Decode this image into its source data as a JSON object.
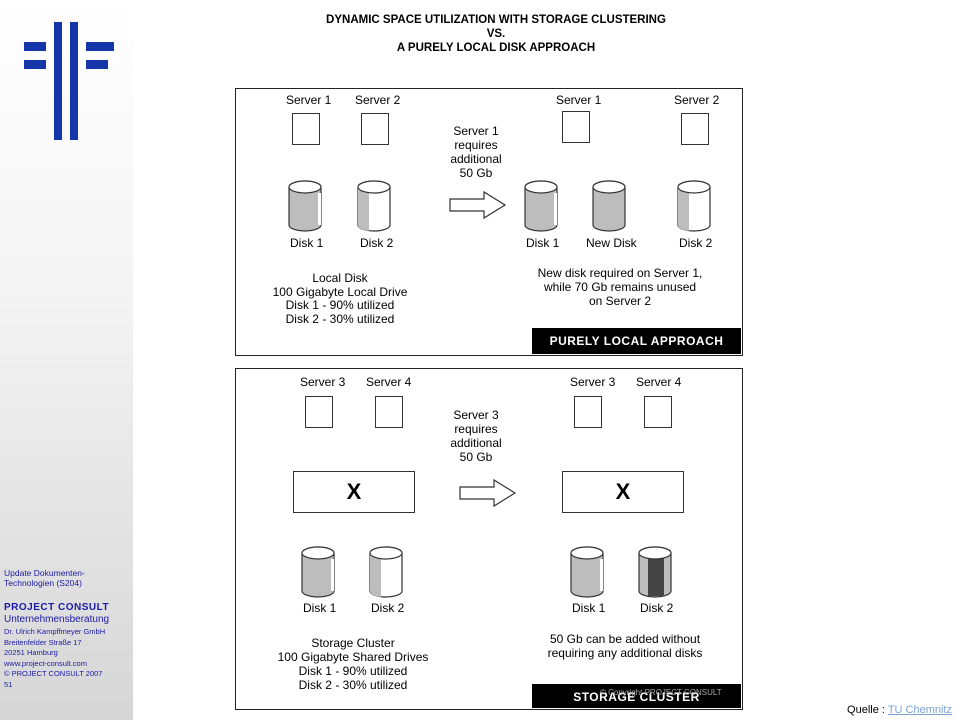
{
  "slide": {
    "title_line1": "DYNAMIC SPACE UTILIZATION WITH STORAGE CLUSTERING",
    "title_line2": "VS.",
    "title_line3": "A PURELY LOCAL DISK APPROACH"
  },
  "sidebar": {
    "course_line1": "Update Dokumenten-",
    "course_line2": "Technologien (S204)",
    "brand": "PROJECT  CONSULT",
    "subtitle": "Unternehmensberatung",
    "line1": "Dr. Ulrich Kampffmeyer  GmbH",
    "line2": "Breitenfelder Straße 17",
    "line3": "20251 Hamburg",
    "line4": "www.project-consult.com",
    "line5": "© PROJECT CONSULT  2007",
    "page_number": "51",
    "logo_color": "#1436a8"
  },
  "local_panel": {
    "server1": "Server 1",
    "server2": "Server 2",
    "disk1": "Disk 1",
    "disk2": "Disk 2",
    "arrow_text": [
      "Server 1",
      "requires",
      "additional",
      "50 Gb"
    ],
    "after_server1": "Server 1",
    "after_server2": "Server 2",
    "after_disk1": "Disk 1",
    "new_disk": "New Disk",
    "after_disk2": "Disk 2",
    "caption_left": [
      "Local Disk",
      "100 Gigabyte Local Drive",
      "Disk 1 - 90% utilized",
      "Disk 2 - 30% utilized"
    ],
    "caption_right": [
      "New disk required on Server 1,",
      "while 70 Gb remains unused",
      "on Server 2"
    ],
    "banner": "PURELY LOCAL APPROACH"
  },
  "cluster_panel": {
    "server3": "Server 3",
    "server4": "Server 4",
    "switch": "X",
    "disk1": "Disk 1",
    "disk2": "Disk 2",
    "arrow_text": [
      "Server 3",
      "requires",
      "additional",
      "50 Gb"
    ],
    "after_server3": "Server 3",
    "after_server4": "Server 4",
    "after_switch": "X",
    "after_disk1": "Disk 1",
    "after_disk2": "Disk 2",
    "caption_left": [
      "Storage Cluster",
      "100 Gigabyte Shared Drives",
      "Disk 1 - 90% utilized",
      "Disk 2 - 30% utilized"
    ],
    "caption_right": [
      "50 Gb can be added without",
      "requiring any additional disks"
    ],
    "banner": "STORAGE CLUSTER",
    "copyright": "© Copyright PROJECT CONSULT"
  },
  "footer": {
    "quelle_label": "Quelle : ",
    "quelle_link": "TU Chemnitz"
  }
}
